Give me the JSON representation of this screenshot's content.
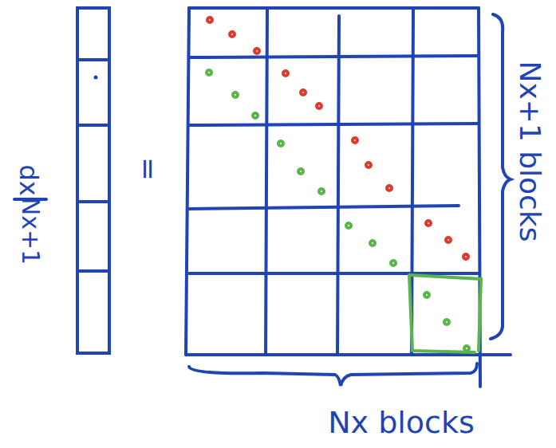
{
  "diagram": {
    "labels": [
      "dx",
      "Nx+1",
      "=",
      "Nx blocks",
      "Nx+1 blocks"
    ]
  }
}
